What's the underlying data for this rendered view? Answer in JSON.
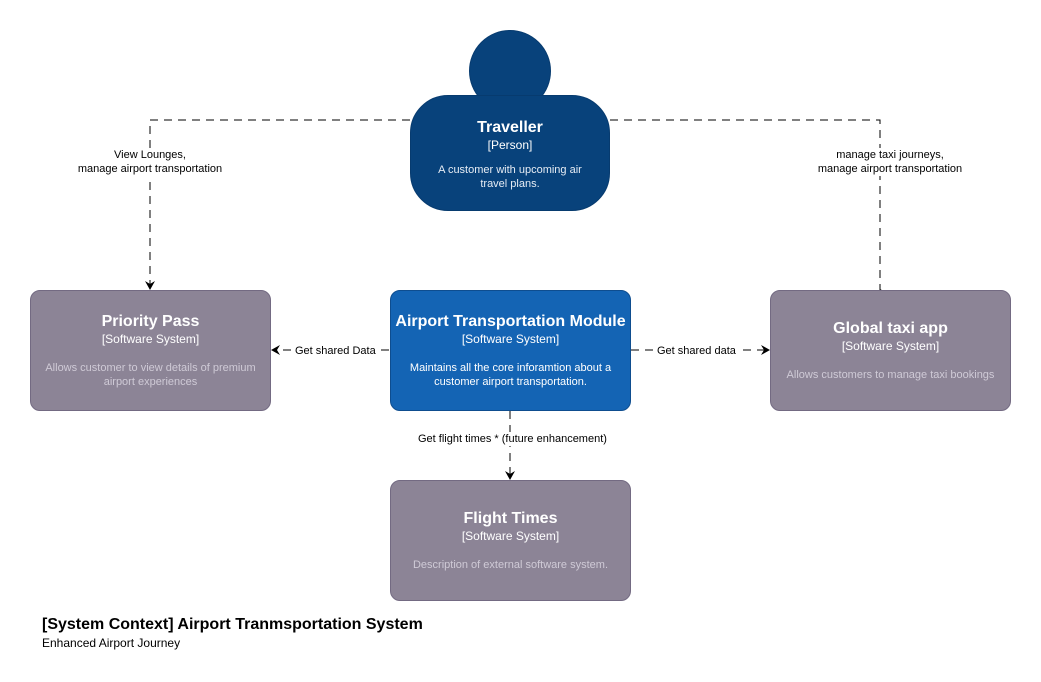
{
  "diagram": {
    "person": {
      "title": "Traveller",
      "type": "[Person]",
      "desc": "A customer with upcoming air travel plans."
    },
    "systems": {
      "priority_pass": {
        "title": "Priority Pass",
        "type": "[Software System]",
        "desc": "Allows customer to view details of premium airport experiences"
      },
      "airport_module": {
        "title": "Airport Transportation Module",
        "type": "[Software System]",
        "desc": "Maintains all the core inforamtion about a customer airport transportation."
      },
      "global_taxi": {
        "title": "Global taxi app",
        "type": "[Software System]",
        "desc": "Allows customers to manage taxi bookings"
      },
      "flight_times": {
        "title": "Flight Times",
        "type": "[Software System]",
        "desc": "Description of external software system."
      }
    },
    "relationships": {
      "to_priority_pass": "View Lounges,\nmanage airport transportation",
      "to_global_taxi": "manage taxi journeys,\nmanage airport transportation",
      "module_to_priority": "Get shared Data",
      "module_to_taxi": "Get shared data",
      "module_to_flight": "Get flight times * (future enhancement)"
    },
    "colors": {
      "person": "#08427b",
      "core_system": "#1464b4",
      "external_system": "#8c8496"
    }
  },
  "legend": {
    "title": "[System Context] Airport Tranmsportation System",
    "subtitle": "Enhanced Airport Journey"
  }
}
